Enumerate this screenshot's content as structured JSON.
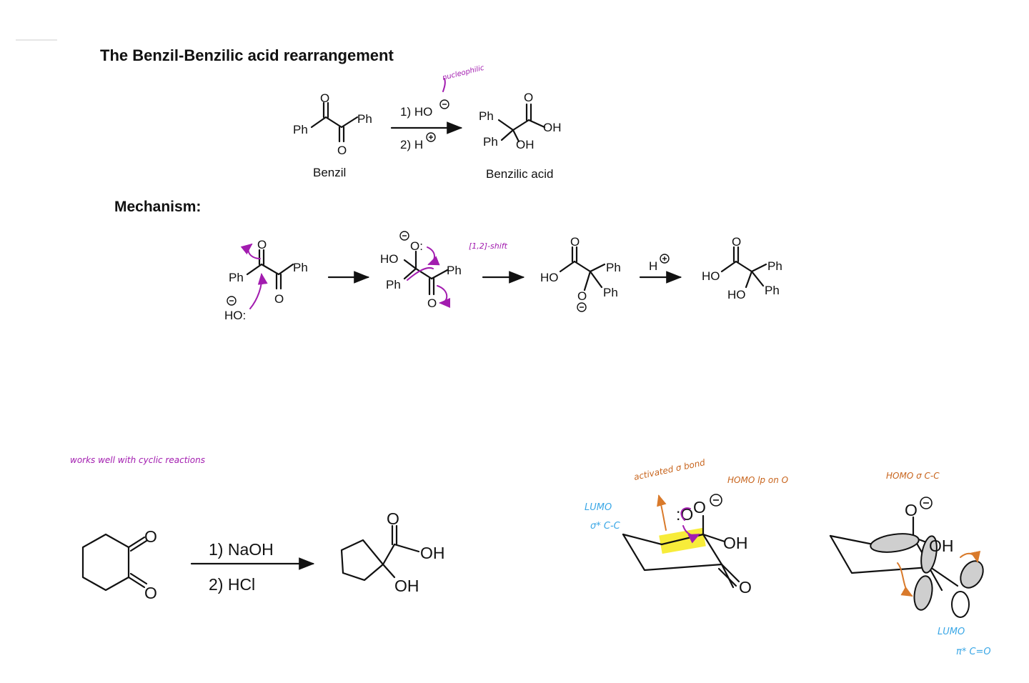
{
  "heading": {
    "title": "The Benzil-Benzilic acid rearrangement",
    "mechanism": "Mechanism:"
  },
  "reaction1": {
    "reactant_name": "Benzil",
    "product_name": "Benzilic acid",
    "step1": "1) HO",
    "step2": "2) H",
    "ph": "Ph",
    "o": "O",
    "oh": "OH",
    "annotation": "nucleophilic"
  },
  "mechanism": {
    "ph": "Ph",
    "o": "O",
    "ho": "HO",
    "hoc": "HO:",
    "o_colon": "O:",
    "shift_note": "[1,2]-shift",
    "h_plus": "H"
  },
  "reaction2": {
    "note": "works well with cyclic reactions",
    "step1": "1) NaOH",
    "step2": "2) HCl",
    "o": "O",
    "oh": "OH"
  },
  "orbital_sketch": {
    "lumo_left_1": "LUMO",
    "lumo_left_2": "σ* C-C",
    "orange_note_1": "activated σ bond",
    "orange_note_2": "HOMO lp on O",
    "orange_note_3": "HOMO σ C-C",
    "lumo_right_1": "LUMO",
    "lumo_right_2": "π* C=O",
    "o": "O",
    "oh": "OH",
    "o_colon": ":O"
  }
}
